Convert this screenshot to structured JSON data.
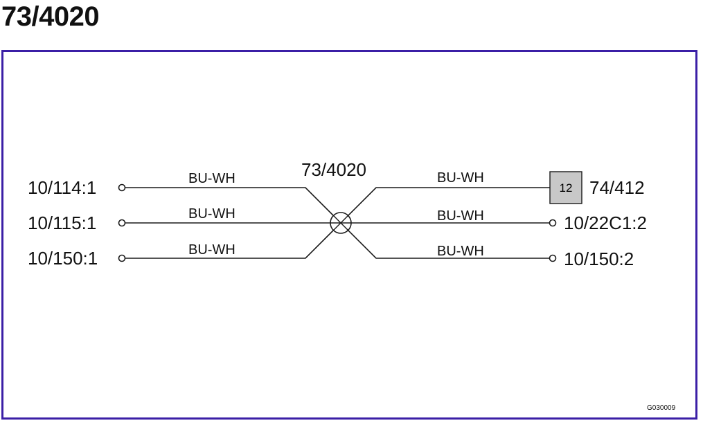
{
  "page_title": "73/4020",
  "splice": {
    "label": "73/4020"
  },
  "left_pins": [
    {
      "label": "10/114:1",
      "wire": "BU-WH"
    },
    {
      "label": "10/115:1",
      "wire": "BU-WH"
    },
    {
      "label": "10/150:1",
      "wire": "BU-WH"
    }
  ],
  "right_pins": [
    {
      "label": "74/412",
      "wire": "BU-WH",
      "connector_pin": "12"
    },
    {
      "label": "10/22C1:2",
      "wire": "BU-WH"
    },
    {
      "label": "10/150:2",
      "wire": "BU-WH"
    }
  ],
  "figure_code": "G030009",
  "colors": {
    "frame": "#3b1fa6",
    "connector_fill": "#c8c8c8",
    "wire": "#1a1a1a"
  }
}
